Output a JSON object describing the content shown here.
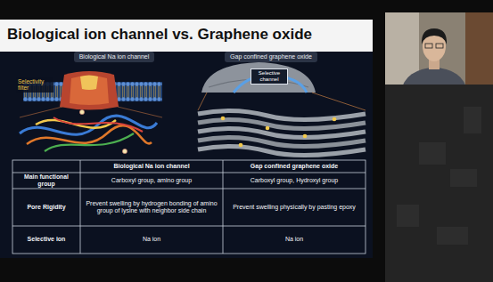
{
  "diagram": {
    "title": "Biological ion channel vs. Graphene oxide",
    "nodes": [
      {
        "text": [
          "Biological Na ion channel"
        ]
      },
      {
        "text": [
          "Gap confined graphene oxide"
        ]
      },
      {
        "text": [
          "Selective channel"
        ]
      }
    ],
    "labels": [
      "Selectivity filter",
      "Biological Na ion channel",
      "Gap confined graphene oxide",
      "Main functional group",
      "Carboxyl group, amino group",
      "Carboxyl group, Hydroxyl group",
      "Pore Rigidity",
      "Prevent swelling by hydrogen bonding of amino group of lysine with neighbor side chain",
      "Prevent swelling physically by pasting epoxy",
      "Selective ion",
      "Na ion",
      "Na ion"
    ]
  }
}
